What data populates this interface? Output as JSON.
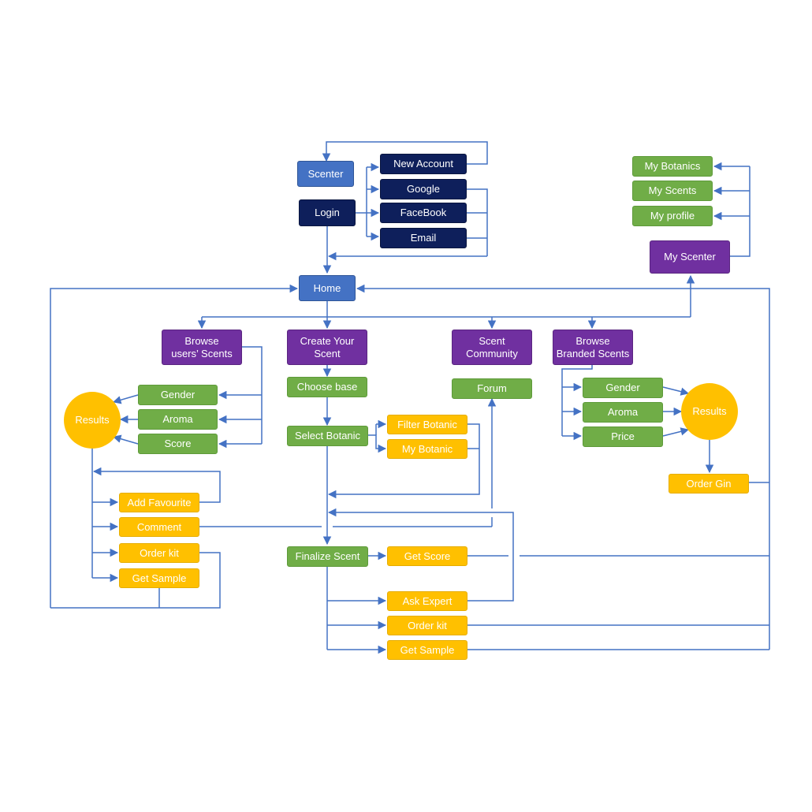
{
  "colors": {
    "connector": "#4472c4",
    "app_node": "#4472c4",
    "login_node": "#0e1f5b",
    "section_node": "#7030a0",
    "step_node": "#70ad47",
    "action_node": "#ffc000",
    "label_text": "#ffffff"
  },
  "nodes": {
    "scenter": "Scenter",
    "login": "Login",
    "new_account": "New Account",
    "google": "Google",
    "facebook": "FaceBook",
    "email": "Email",
    "home": "Home",
    "my_scenter": "My Scenter",
    "my_botanics": "My Botanics",
    "my_scents": "My Scents",
    "my_profile": "My profile",
    "browse_users_scents": "Browse\nusers’ Scents",
    "create_your_scent": "Create Your\nScent",
    "scent_community": "Scent\nCommunity",
    "browse_branded_scents": "Browse\nBranded Scents",
    "users_gender": "Gender",
    "users_aroma": "Aroma",
    "users_score": "Score",
    "users_results": "Results",
    "add_favourite": "Add Favourite",
    "comment": "Comment",
    "users_order_kit": "Order kit",
    "users_get_sample": "Get Sample",
    "choose_base": "Choose base",
    "select_botanic": "Select Botanic",
    "filter_botanic": "Filter Botanic",
    "my_botanic": "My Botanic",
    "finalize_scent": "Finalize Scent",
    "get_score": "Get Score",
    "ask_expert": "Ask Expert",
    "create_order_kit": "Order kit",
    "create_get_sample": "Get Sample",
    "forum": "Forum",
    "branded_gender": "Gender",
    "branded_aroma": "Aroma",
    "branded_price": "Price",
    "branded_results": "Results",
    "order_gin": "Order Gin"
  }
}
